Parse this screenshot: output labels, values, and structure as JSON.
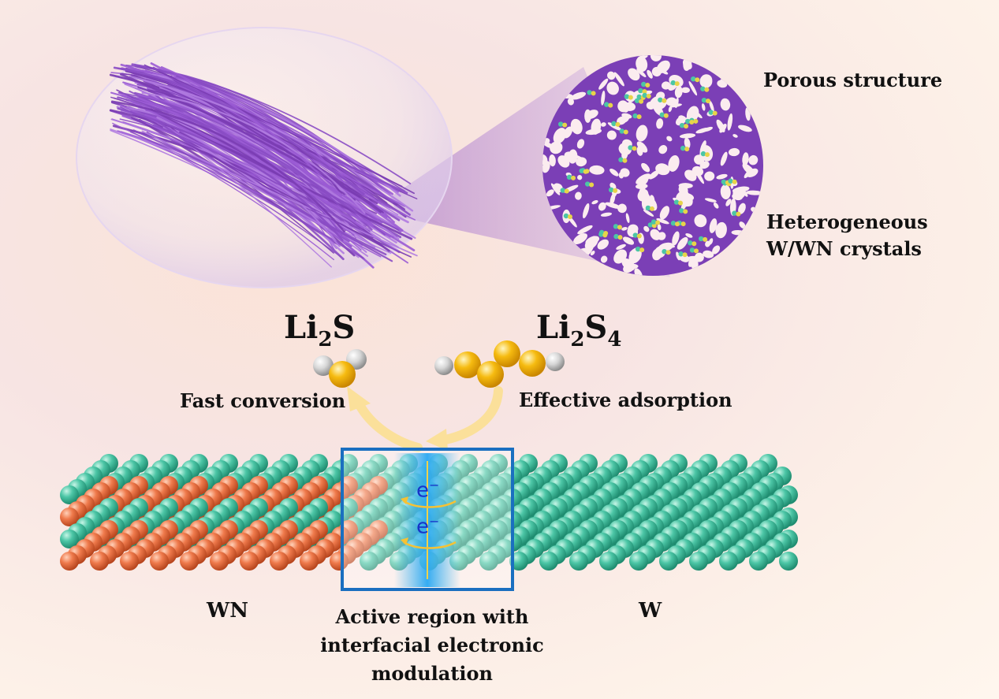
{
  "labels": {
    "porous": "Porous structure",
    "hetero_line1": "Heterogeneous",
    "hetero_line2": "W/WN crystals",
    "fast": "Fast conversion",
    "effective": "Effective adsorption",
    "wn": "WN",
    "w": "W",
    "active_line1": "Active region with",
    "active_line2": "interfacial electronic",
    "active_line3": "modulation"
  },
  "molecules": {
    "li2s": {
      "base": "Li",
      "sub1": "2",
      "tail": "S"
    },
    "li2s4": {
      "base": "Li",
      "sub1": "2",
      "mid": "S",
      "sub2": "4"
    }
  },
  "electron": {
    "symbol": "e",
    "charge": "−"
  },
  "colors": {
    "fiber": "#8a4cc4",
    "porous_disc": "#7b3fb6",
    "wn_atom": "#ef7a4c",
    "w_atom": "#49c3a2",
    "sulfur": "#f6bb10",
    "lithium": "#cfcfcf",
    "arrow": "#fbe09a",
    "frame": "#1a6fc0",
    "electron": "#1733c8"
  }
}
